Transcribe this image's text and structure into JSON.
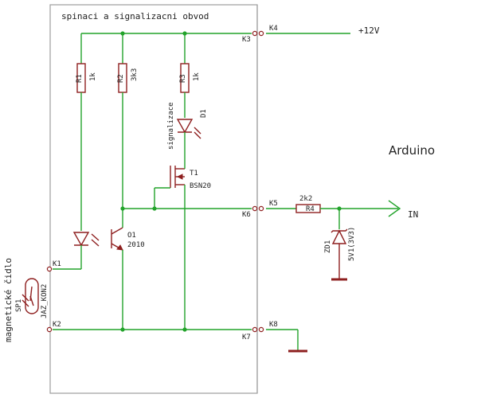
{
  "sheet_title": "spinaci a signalizacni obvod",
  "side_label": "magnetické čidlo",
  "right_block_label": "Arduino",
  "supply_label": "+12V",
  "output_label": "IN",
  "connectors": {
    "K1": "K1",
    "K2": "K2",
    "K3": "K3",
    "K4": "K4",
    "K5": "K5",
    "K6": "K6",
    "K7": "K7",
    "K8": "K8"
  },
  "components": {
    "R1": {
      "ref": "R1",
      "value": "1k"
    },
    "R2": {
      "ref": "R2",
      "value": "3k3"
    },
    "R3": {
      "ref": "R3",
      "value": "1k"
    },
    "R4": {
      "ref": "R4",
      "value": "2k2"
    },
    "D1": {
      "ref": "D1",
      "note": "signalizace"
    },
    "T1": {
      "ref": "T1",
      "value": "BSN20"
    },
    "O1": {
      "ref": "O1",
      "value": "2010"
    },
    "ZD1": {
      "ref": "ZD1",
      "value": "5V1(3V3)"
    },
    "SP1": {
      "ref": "SP1",
      "value": "JAZ_KON2"
    }
  }
}
